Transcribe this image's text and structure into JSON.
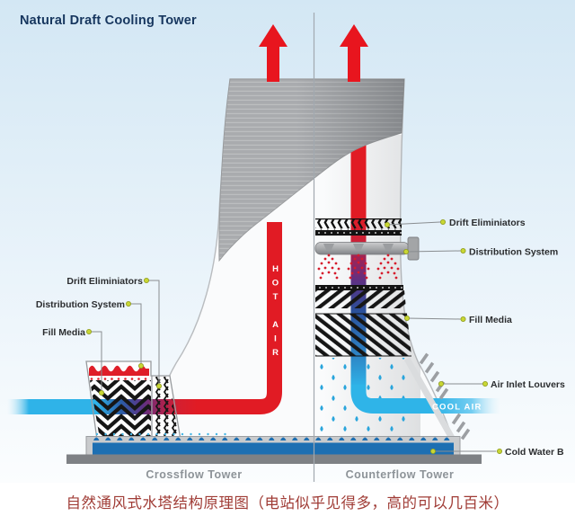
{
  "title": "Natural Draft Cooling Tower",
  "labels": {
    "left": {
      "drift_eliminators": "Drift Eliminiators",
      "distribution_system": "Distribution System",
      "fill_media": "Fill Media"
    },
    "right": {
      "drift_eliminators": "Drift Eliminiators",
      "distribution_system": "Distribution System",
      "fill_media": "Fill Media",
      "air_inlet_louvers": "Air Inlet Louvers",
      "cold_water_basin": "Cold Water B"
    }
  },
  "flows": {
    "hot_air": "HOT AIR",
    "cool_air": "COOL AIR"
  },
  "tower_names": {
    "left": "Crossflow Tower",
    "right": "Counterflow Tower"
  },
  "caption": "自然通风式水塔结构原理图（电站似乎见得多，高的可以几百米）",
  "colors": {
    "hot_flow": "#e11b24",
    "cool_flow": "#2fb3e8",
    "basin_water": "#1d6fb2",
    "title_text": "#16365e",
    "caption_text": "#a03c36",
    "marker_dot": "#c9d733"
  }
}
